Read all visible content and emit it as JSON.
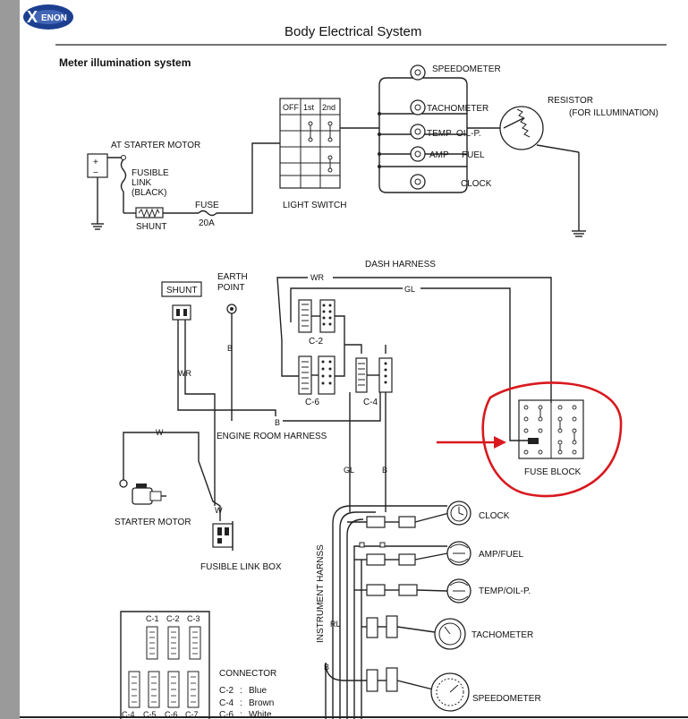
{
  "logo": {
    "text": "ENON",
    "initial": "X"
  },
  "header": {
    "title": "Body Electrical System"
  },
  "section": {
    "title": "Meter illumination system"
  },
  "top": {
    "at_starter_motor": "AT STARTER MOTOR",
    "fusible_link": [
      "FUSIBLE",
      "LINK",
      "(BLACK)"
    ],
    "shunt": "SHUNT",
    "fuse": "FUSE",
    "fuse_rating": "20A",
    "light_switch": "LIGHT SWITCH",
    "switch_cols": [
      "OFF",
      "1st",
      "2nd"
    ],
    "meters": [
      "SPEEDOMETER",
      "TACHOMETER",
      "TEMP",
      "OIL-P.",
      "AMP",
      "FUEL",
      "CLOCK"
    ],
    "resistor": "RESISTOR",
    "resistor_note": "(FOR ILLUMINATION)",
    "plus": "+",
    "minus": "−"
  },
  "bottom": {
    "dash_harness": "DASH HARNESS",
    "wr": "WR",
    "gl": "GL",
    "b": "B",
    "w": "W",
    "rl": "RL",
    "shunt": "SHUNT",
    "earth_point": [
      "EARTH",
      "POINT"
    ],
    "c2": "C-2",
    "c6": "C-6",
    "c4": "C-4",
    "engine_room_harness": "ENGINE ROOM HARNESS",
    "starter_motor": "STARTER MOTOR",
    "fusible_link_box": "FUSIBLE LINK BOX",
    "fuse_block": "FUSE BLOCK",
    "instrument_harness": "INSTRUMENT HARNSS",
    "gauges": [
      "CLOCK",
      "AMP/FUEL",
      "TEMP/OIL-P.",
      "TACHOMETER",
      "SPEEDOMETER"
    ],
    "legend_cols_top": [
      "C-1",
      "C-2",
      "C-3"
    ],
    "legend_cols_bottom": [
      "C-4",
      "C-5",
      "C-6",
      "C-7"
    ],
    "connector_title": "CONNECTOR",
    "connector_rows": [
      {
        "code": "C-2",
        "sep": ":",
        "color": "Blue"
      },
      {
        "code": "C-4",
        "sep": ":",
        "color": "Brown"
      },
      {
        "code": "C-6",
        "sep": ":",
        "color": "White"
      }
    ]
  },
  "colors": {
    "highlight": "#d8191e",
    "line": "#222222",
    "sidebar": "#9a9a9a",
    "logo": "#1c3f8f"
  }
}
